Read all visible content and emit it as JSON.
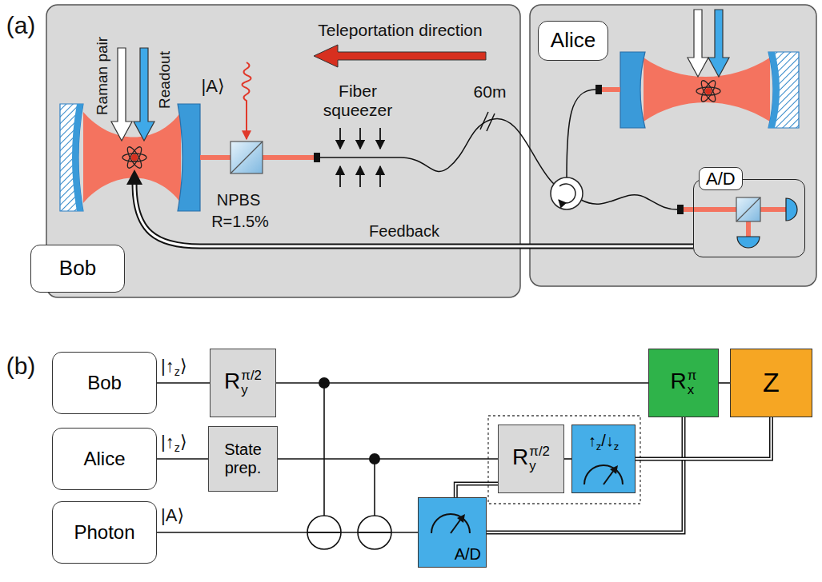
{
  "diagram": {
    "nodes": [
      {
        "text": [
          "Alice"
        ]
      },
      {
        "text": [
          "A/D"
        ]
      },
      {
        "text": [
          "Bob"
        ]
      },
      {
        "text": [
          "Bob"
        ]
      },
      {
        "text": [
          "Ryπ/2"
        ]
      },
      {
        "text": [
          "Rxπ"
        ]
      },
      {
        "text": [
          "Z"
        ]
      },
      {
        "text": [
          "Alice"
        ]
      },
      {
        "text": [
          "State prep."
        ]
      },
      {
        "text": [
          "Ryπ/2"
        ]
      },
      {
        "text": [
          "↑z/↓z"
        ]
      },
      {
        "text": [
          "Photon"
        ]
      },
      {
        "text": [
          "A/D"
        ]
      }
    ],
    "edges": [
      {
        "from": 3,
        "to": 4,
        "arrow": "none",
        "label": "|↑z⟩"
      },
      {
        "from": 4,
        "to": 5,
        "arrow": "none"
      },
      {
        "from": 5,
        "to": 6,
        "arrow": "none"
      },
      {
        "from": 7,
        "to": 8,
        "arrow": "none",
        "label": "|↑z⟩"
      },
      {
        "from": 8,
        "to": 9,
        "arrow": "none"
      },
      {
        "from": 9,
        "to": 10,
        "arrow": "none"
      },
      {
        "from": 11,
        "to": 12,
        "arrow": "none",
        "label": "|A⟩"
      },
      {
        "from": 12,
        "to": 9,
        "arrow": "none"
      },
      {
        "from": 12,
        "to": 5,
        "arrow": "none"
      },
      {
        "from": 10,
        "to": 6,
        "arrow": "none"
      }
    ],
    "labels": [
      "(a)",
      "Teleportation direction",
      "Raman pair",
      "Readout",
      "|A⟩",
      "NPBS",
      "R=1.5%",
      "Fiber squeezer",
      "60m",
      "Feedback",
      "(b)"
    ]
  }
}
